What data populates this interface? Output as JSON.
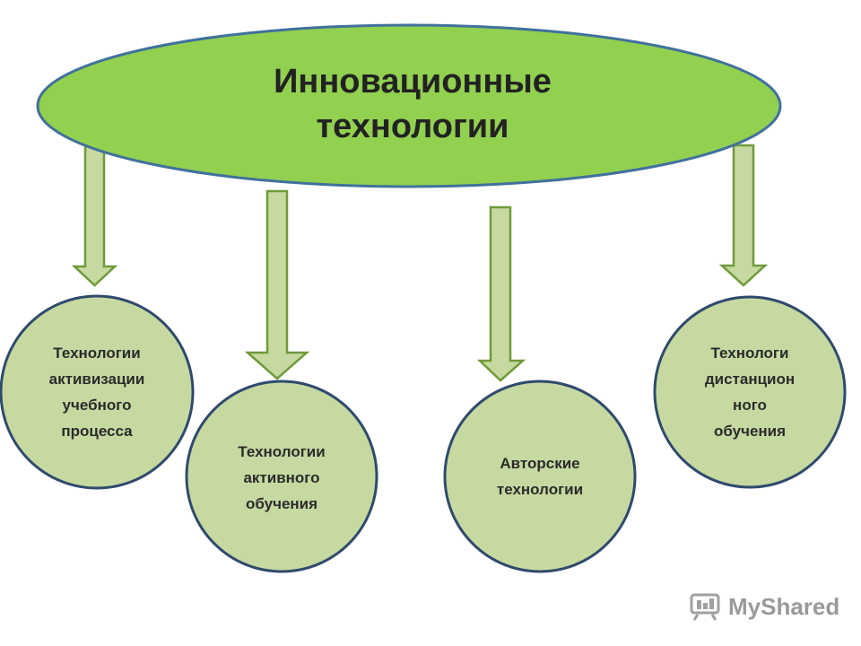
{
  "title": {
    "line1": "Инновационные",
    "line2": "технологии"
  },
  "colors": {
    "ellipse_fill": "#92d050",
    "ellipse_stroke": "#41719c",
    "circle_fill": "#c6d9a1",
    "circle_stroke": "#2f4a6d",
    "arrow_fill": "#c6d9a1",
    "arrow_stroke": "#6f9a3a"
  },
  "nodes": [
    {
      "lines": [
        "Технологии",
        "активизации",
        "учебного",
        "процесса"
      ]
    },
    {
      "lines": [
        "Технологии",
        "активного",
        "обучения"
      ]
    },
    {
      "lines": [
        "Авторские",
        "технологии"
      ]
    },
    {
      "lines": [
        "Технологи",
        "дистанцион",
        "ного",
        "обучения"
      ]
    }
  ],
  "watermark": {
    "text": "MyShared",
    "icon": "myshared-logo-icon"
  }
}
